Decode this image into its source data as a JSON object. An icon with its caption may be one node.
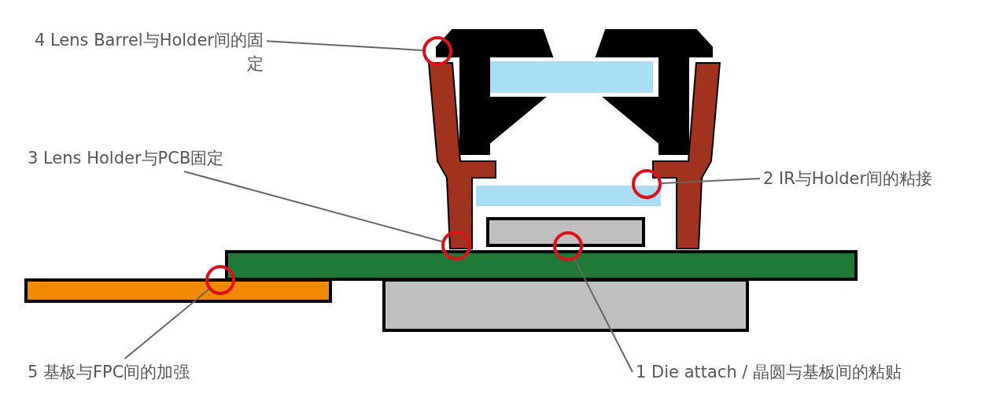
{
  "diagram": {
    "nodes": [
      {
        "text": [
          "4 Lens Barrel与Holder间的固定"
        ]
      },
      {
        "text": [
          "3 Lens Holder与PCB固定"
        ]
      },
      {
        "text": [
          "2 IR与Holder间的粘接"
        ]
      },
      {
        "text": [
          "5 基板与FPC间的加强"
        ]
      },
      {
        "text": [
          "1 Die attach / 晶圆与基板间的粘贴"
        ]
      },
      {
        "text": [],
        "shape": "circle"
      },
      {
        "text": [],
        "shape": "circle"
      },
      {
        "text": [],
        "shape": "circle"
      },
      {
        "text": [],
        "shape": "circle"
      },
      {
        "text": [],
        "shape": "circle"
      }
    ],
    "edges": [
      {
        "from": 0,
        "to": 5,
        "arrow": "none"
      },
      {
        "from": 1,
        "to": 7,
        "arrow": "none"
      },
      {
        "from": 2,
        "to": 6,
        "arrow": "none"
      },
      {
        "from": 3,
        "to": 9,
        "arrow": "none"
      },
      {
        "from": 4,
        "to": 8,
        "arrow": "none"
      }
    ]
  }
}
